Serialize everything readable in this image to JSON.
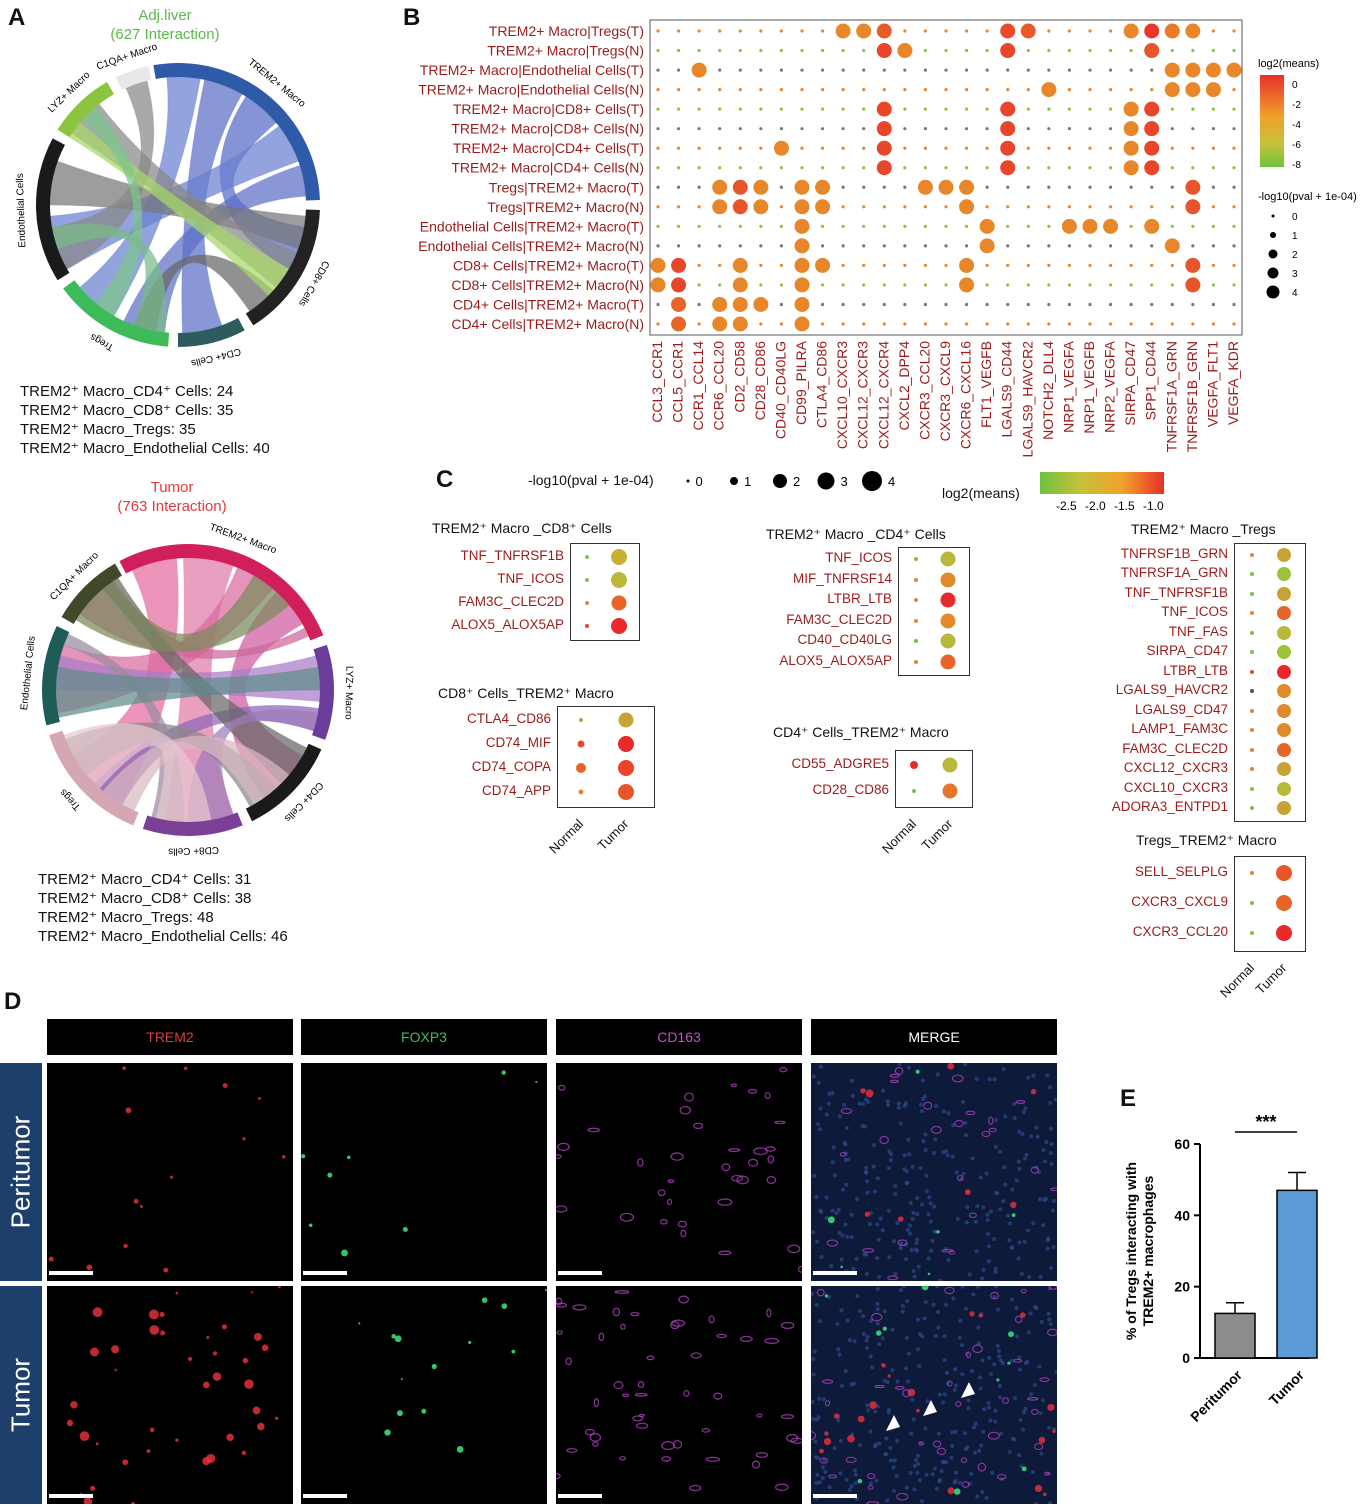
{
  "panels": {
    "A": "A",
    "B": "B",
    "C": "C",
    "D": "D",
    "E": "E"
  },
  "panelA": {
    "adj": {
      "title": "Adj.liver",
      "subtitle": "(627 Interaction)",
      "title_color": "#5cb84a",
      "segments": [
        {
          "label": "TREM2+ Macro",
          "color": "#2e5aa8"
        },
        {
          "label": "CD8+ Cells",
          "color": "#222222"
        },
        {
          "label": "CD4+ Cells",
          "color": "#2e5c5e"
        },
        {
          "label": "Tregs",
          "color": "#3dbb58"
        },
        {
          "label": "Endothelial Cells",
          "color": "#1a1a1a"
        },
        {
          "label": "LYZ+ Macro",
          "color": "#8bc43e"
        },
        {
          "label": "C1QA+ Macro",
          "color": "#e8e8ea"
        }
      ],
      "stats": [
        "TREM2⁺ Macro_CD4⁺ Cells: 24",
        "TREM2⁺ Macro_CD8⁺ Cells: 35",
        "TREM2⁺ Macro_Tregs: 35",
        "TREM2⁺ Macro_Endothelial Cells: 40"
      ]
    },
    "tumor": {
      "title": "Tumor",
      "subtitle": "(763 Interaction)",
      "title_color": "#e23b3b",
      "segments": [
        {
          "label": "TREM2+ Macro",
          "color": "#d01f5a"
        },
        {
          "label": "LYZ+ Macro",
          "color": "#6a3d9a"
        },
        {
          "label": "CD4+ Cells",
          "color": "#1a1a1a"
        },
        {
          "label": "CD8+ Cells",
          "color": "#7b3f95"
        },
        {
          "label": "Tregs",
          "color": "#d4a7b3"
        },
        {
          "label": "Endothelial Cells",
          "color": "#1f5c58"
        },
        {
          "label": "C1QA+ Macro",
          "color": "#404a2a"
        }
      ],
      "stats": [
        "TREM2⁺ Macro_CD4⁺ Cells: 31",
        "TREM2⁺ Macro_CD8⁺ Cells: 38",
        "TREM2⁺ Macro_Tregs: 48",
        "TREM2⁺ Macro_Endothelial Cells: 46"
      ]
    }
  },
  "panelB": {
    "rows": [
      "TREM2+ Macro|Tregs(T)",
      "TREM2+ Macro|Tregs(N)",
      "TREM2+ Macro|Endothelial Cells(T)",
      "TREM2+ Macro|Endothelial Cells(N)",
      "TREM2+ Macro|CD8+ Cells(T)",
      "TREM2+ Macro|CD8+ Cells(N)",
      "TREM2+ Macro|CD4+ Cells(T)",
      "TREM2+ Macro|CD4+ Cells(N)",
      "Tregs|TREM2+ Macro(T)",
      "Tregs|TREM2+ Macro(N)",
      "Endothelial Cells|TREM2+ Macro(T)",
      "Endothelial Cells|TREM2+ Macro(N)",
      "CD8+ Cells|TREM2+ Macro(T)",
      "CD8+ Cells|TREM2+ Macro(N)",
      "CD4+ Cells|TREM2+ Macro(T)",
      "CD4+ Cells|TREM2+ Macro(N)"
    ],
    "cols": [
      "CCL3_CCR1",
      "CCL5_CCR1",
      "CCR1_CCL14",
      "CCR6_CCL20",
      "CD2_CD58",
      "CD28_CD86",
      "CD40_CD40LG",
      "CD99_PILRA",
      "CTLA4_CD86",
      "CXCL10_CXCR3",
      "CXCL12_CXCR3",
      "CXCL12_CXCR4",
      "CXCL2_DPP4",
      "CXCR3_CCL20",
      "CXCR3_CXCL9",
      "CXCR6_CXCL16",
      "FLT1_VEGFB",
      "LGALS9_CD44",
      "LGALS9_HAVCR2",
      "NOTCH2_DLL4",
      "NRP1_VEGFA",
      "NRP1_VEGFB",
      "NRP2_VEGFA",
      "SIRPA_CD47",
      "SPP1_CD44",
      "TNFRSF1A_GRN",
      "TNFRSF1B_GRN",
      "VEGFA_FLT1",
      "VEGFA_KDR"
    ],
    "big": [
      [
        0,
        9,
        "#e8862a"
      ],
      [
        0,
        10,
        "#e8862a"
      ],
      [
        0,
        11,
        "#e85a2a"
      ],
      [
        0,
        17,
        "#e84a2a"
      ],
      [
        0,
        18,
        "#e85a2a"
      ],
      [
        0,
        23,
        "#e8862a"
      ],
      [
        0,
        24,
        "#e8352a"
      ],
      [
        0,
        25,
        "#e87a2a"
      ],
      [
        0,
        26,
        "#e8862a"
      ],
      [
        1,
        11,
        "#e8452a"
      ],
      [
        1,
        12,
        "#e8862a"
      ],
      [
        1,
        17,
        "#e8452a"
      ],
      [
        1,
        24,
        "#e8552a"
      ],
      [
        2,
        2,
        "#e8862a"
      ],
      [
        2,
        25,
        "#e8862a"
      ],
      [
        2,
        26,
        "#e8862a"
      ],
      [
        2,
        27,
        "#e8862a"
      ],
      [
        2,
        28,
        "#e8862a"
      ],
      [
        3,
        19,
        "#e8862a"
      ],
      [
        3,
        25,
        "#e8862a"
      ],
      [
        3,
        26,
        "#e8862a"
      ],
      [
        3,
        27,
        "#e8862a"
      ],
      [
        4,
        11,
        "#e8452a"
      ],
      [
        4,
        17,
        "#e8452a"
      ],
      [
        4,
        23,
        "#e8862a"
      ],
      [
        4,
        24,
        "#e8452a"
      ],
      [
        5,
        11,
        "#e8452a"
      ],
      [
        5,
        17,
        "#e8452a"
      ],
      [
        5,
        23,
        "#e8862a"
      ],
      [
        5,
        24,
        "#e8452a"
      ],
      [
        6,
        6,
        "#e8862a"
      ],
      [
        6,
        11,
        "#e8452a"
      ],
      [
        6,
        17,
        "#e8452a"
      ],
      [
        6,
        23,
        "#e8862a"
      ],
      [
        6,
        24,
        "#e8452a"
      ],
      [
        7,
        11,
        "#e8452a"
      ],
      [
        7,
        17,
        "#e8452a"
      ],
      [
        7,
        23,
        "#e8862a"
      ],
      [
        7,
        24,
        "#e8452a"
      ],
      [
        8,
        3,
        "#e8862a"
      ],
      [
        8,
        4,
        "#e8552a"
      ],
      [
        8,
        5,
        "#e8862a"
      ],
      [
        8,
        7,
        "#e8862a"
      ],
      [
        8,
        8,
        "#e8862a"
      ],
      [
        8,
        13,
        "#e8862a"
      ],
      [
        8,
        14,
        "#e8862a"
      ],
      [
        8,
        15,
        "#e8862a"
      ],
      [
        8,
        26,
        "#e8552a"
      ],
      [
        9,
        3,
        "#e8862a"
      ],
      [
        9,
        4,
        "#e8552a"
      ],
      [
        9,
        5,
        "#e8862a"
      ],
      [
        9,
        7,
        "#e8862a"
      ],
      [
        9,
        8,
        "#e8862a"
      ],
      [
        9,
        15,
        "#e8862a"
      ],
      [
        9,
        26,
        "#e8552a"
      ],
      [
        10,
        7,
        "#e8862a"
      ],
      [
        10,
        16,
        "#e8862a"
      ],
      [
        10,
        20,
        "#e8862a"
      ],
      [
        10,
        21,
        "#e8862a"
      ],
      [
        10,
        22,
        "#e8862a"
      ],
      [
        10,
        24,
        "#e8862a"
      ],
      [
        11,
        7,
        "#e8862a"
      ],
      [
        11,
        16,
        "#e8862a"
      ],
      [
        11,
        25,
        "#e8862a"
      ],
      [
        12,
        0,
        "#e8862a"
      ],
      [
        12,
        1,
        "#e8452a"
      ],
      [
        12,
        4,
        "#e8862a"
      ],
      [
        12,
        7,
        "#e8862a"
      ],
      [
        12,
        8,
        "#e8862a"
      ],
      [
        12,
        15,
        "#e8862a"
      ],
      [
        12,
        26,
        "#e8552a"
      ],
      [
        13,
        0,
        "#e8862a"
      ],
      [
        13,
        1,
        "#e8452a"
      ],
      [
        13,
        4,
        "#e8862a"
      ],
      [
        13,
        7,
        "#e8862a"
      ],
      [
        13,
        15,
        "#e8862a"
      ],
      [
        13,
        26,
        "#e8552a"
      ],
      [
        14,
        1,
        "#e8652a"
      ],
      [
        14,
        3,
        "#e8862a"
      ],
      [
        14,
        4,
        "#e8862a"
      ],
      [
        14,
        5,
        "#e8862a"
      ],
      [
        14,
        7,
        "#e8862a"
      ],
      [
        15,
        1,
        "#e8652a"
      ],
      [
        15,
        3,
        "#e8862a"
      ],
      [
        15,
        4,
        "#e8862a"
      ],
      [
        15,
        7,
        "#e8862a"
      ]
    ],
    "legend": {
      "color_title": "log2(means)",
      "color_ticks": [
        "0",
        "-2",
        "-4",
        "-6",
        "-8"
      ],
      "size_title": "-log10(pval + 1e-04)",
      "size_ticks": [
        "0",
        "1",
        "2",
        "3",
        "4"
      ]
    }
  },
  "panelC": {
    "size_legend_title": "-log10(pval + 1e-04)",
    "size_ticks": [
      "0",
      "1",
      "2",
      "3",
      "4"
    ],
    "color_legend_title": "log2(means)",
    "color_ticks": [
      "-2.5",
      "-2.0",
      "-1.5",
      "-1.0"
    ],
    "xcats": [
      "Normal",
      "Tumor"
    ],
    "boxes": [
      {
        "title": "TREM2⁺ Macro _CD8⁺ Cells",
        "rows": [
          "TNF_TNFRSF1B",
          "TNF_ICOS",
          "FAM3C_CLEC2D",
          "ALOX5_ALOX5AP"
        ],
        "n": [
          "#7ec23e",
          "#7ec23e",
          "#e8862a",
          "#e8452a"
        ],
        "t": [
          "#c7b036",
          "#b9b83a",
          "#e8652a",
          "#e82a2a"
        ],
        "tsz": [
          16,
          16,
          15,
          16
        ]
      },
      {
        "title": "CD8⁺ Cells_TREM2⁺ Macro",
        "rows": [
          "CTLA4_CD86",
          "CD74_MIF",
          "CD74_COPA",
          "CD74_APP"
        ],
        "n": [
          "#7ec23e",
          "#e8452a",
          "#e8652a",
          "#e8862a"
        ],
        "t": [
          "#c7a336",
          "#e82a2a",
          "#e8452a",
          "#e8552a"
        ],
        "nsz": [
          4,
          7,
          10,
          5
        ],
        "tsz": [
          15,
          16,
          16,
          16
        ]
      },
      {
        "title": "TREM2⁺ Macro _CD4⁺ Cells",
        "rows": [
          "TNF_ICOS",
          "MIF_TNFRSF14",
          "LTBR_LTB",
          "FAM3C_CLEC2D",
          "CD40_CD40LG",
          "ALOX5_ALOX5AP"
        ],
        "n": [
          "#7ec23e",
          "#e8862a",
          "#e8862a",
          "#e8862a",
          "#7ec23e",
          "#e8862a"
        ],
        "t": [
          "#b9b83a",
          "#e08a2a",
          "#e82a2a",
          "#e08a2a",
          "#b9b83a",
          "#e8652a"
        ],
        "tsz": [
          15,
          15,
          15,
          15,
          15,
          15
        ]
      },
      {
        "title": "CD4⁺ Cells_TREM2⁺ Macro",
        "rows": [
          "CD55_ADGRE5",
          "CD28_CD86"
        ],
        "n": [
          "#e82a2a",
          "#7ec23e"
        ],
        "t": [
          "#b9b83a",
          "#e8752a"
        ],
        "nsz": [
          8,
          4
        ],
        "tsz": [
          15,
          15
        ]
      },
      {
        "title": "TREM2⁺ Macro _Tregs",
        "rows": [
          "TNFRSF1B_GRN",
          "TNFRSF1A_GRN",
          "TNF_TNFRSF1B",
          "TNF_ICOS",
          "TNF_FAS",
          "SIRPA_CD47",
          "LTBR_LTB",
          "LGALS9_HAVCR2",
          "LGALS9_CD47",
          "LAMP1_FAM3C",
          "FAM3C_CLEC2D",
          "CXCL12_CXCR3",
          "CXCL10_CXCR3",
          "ADORA3_ENTPD1"
        ],
        "n": [
          "#e8862a",
          "#7ec23e",
          "#7ec23e",
          "#e8862a",
          "#7ec23e",
          "#7ec23e",
          "#e8452a",
          "#555555",
          "#e8862a",
          "#e8862a",
          "#e8862a",
          "#e8862a",
          "#7ec23e",
          "#7ec23e"
        ],
        "t": [
          "#c7a336",
          "#9cc43a",
          "#c7a336",
          "#e8652a",
          "#b9b83a",
          "#9cc43a",
          "#e82a2a",
          "#e08a2a",
          "#e08a2a",
          "#e08a2a",
          "#e8652a",
          "#c7a336",
          "#b9b83a",
          "#c7a336"
        ],
        "tsz": [
          14,
          14,
          14,
          14,
          14,
          14,
          14,
          14,
          14,
          14,
          14,
          14,
          14,
          14
        ]
      },
      {
        "title": "Tregs_TREM2⁺ Macro",
        "rows": [
          "SELL_SELPLG",
          "CXCR3_CXCL9",
          "CXCR3_CCL20"
        ],
        "n": [
          "#e8862a",
          "#7ec23e",
          "#7ec23e"
        ],
        "t": [
          "#e8552a",
          "#e8652a",
          "#e82a2a"
        ],
        "tsz": [
          16,
          16,
          16
        ]
      }
    ]
  },
  "panelD": {
    "headers": [
      {
        "label": "TREM2",
        "color": "#e23b3b"
      },
      {
        "label": "FOXP3",
        "color": "#3dbb58"
      },
      {
        "label": "CD163",
        "color": "#c050c8"
      },
      {
        "label": "MERGE",
        "color": "#ffffff"
      }
    ],
    "rows": [
      "Peritumor",
      "Tumor"
    ]
  },
  "panelE": {
    "chart_data": {
      "type": "bar",
      "categories": [
        "Peritumor",
        "Tumor"
      ],
      "values": [
        12.5,
        47
      ],
      "errors": [
        3,
        5
      ],
      "colors": [
        "#8c8c8c",
        "#5b9bd5"
      ],
      "ylabel": "% of Tregs interacting with TREM2+ macrophages",
      "ylim": [
        0,
        60
      ],
      "yticks": [
        "0",
        "20",
        "40",
        "60"
      ],
      "significance": "***"
    }
  }
}
